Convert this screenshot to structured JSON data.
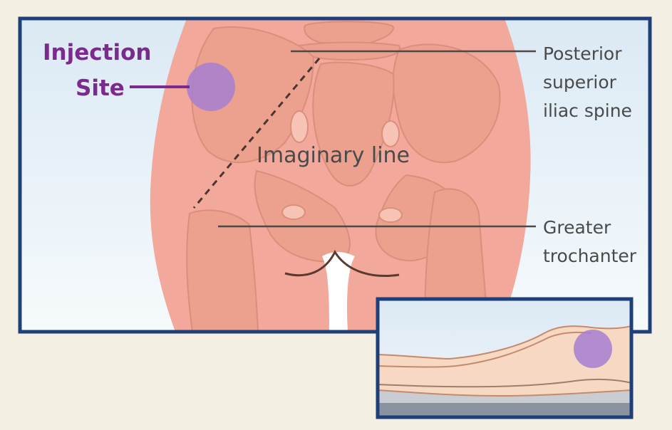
{
  "labels": {
    "injection_site_line1": "Injection",
    "injection_site_line2": "Site",
    "posterior_line1": "Posterior",
    "posterior_line2": "superior",
    "posterior_line3": "iliac spine",
    "imaginary_line": "Imaginary line",
    "greater_line1": "Greater",
    "greater_line2": "trochanter"
  },
  "colors": {
    "frame": "#1f3f7a",
    "skin": "#f2a89a",
    "bone": "#eca18e",
    "bone_outline": "#d98f7c",
    "injection": "#a67fd0",
    "injection_label": "#7a2b8d",
    "label_text": "#4a4a4a",
    "leader": "#4a4a4a"
  }
}
